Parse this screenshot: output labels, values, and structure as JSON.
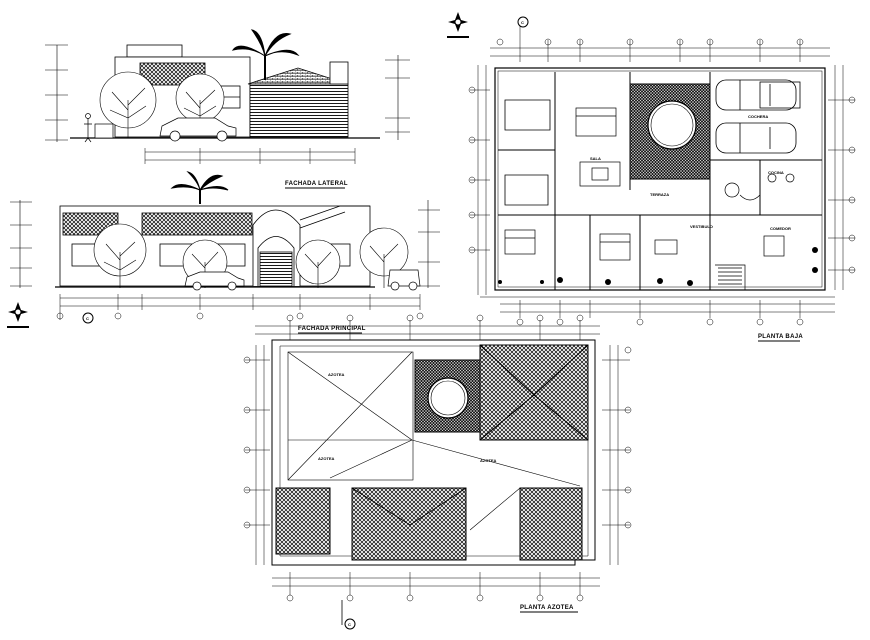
{
  "drawing": {
    "side_elevation_title": "FACHADA LATERAL",
    "front_elevation_title": "FACHADA PRINCIPAL",
    "ground_plan_title": "PLANTA BAJA",
    "roof_plan_title": "PLANTA AZOTEA",
    "north_marker_label": "C",
    "rooms": {
      "garage": "COCHERA",
      "kitchen": "COCINA",
      "hall": "VESTIBULO",
      "living": "SALA",
      "dining": "COMEDOR",
      "terrace": "TERRAZA",
      "roof_a": "AZOTEA",
      "roof_b": "AZOTEA",
      "roof_c": "AZOTEA"
    }
  },
  "colors": {
    "ink": "#000000",
    "paper": "#ffffff"
  }
}
